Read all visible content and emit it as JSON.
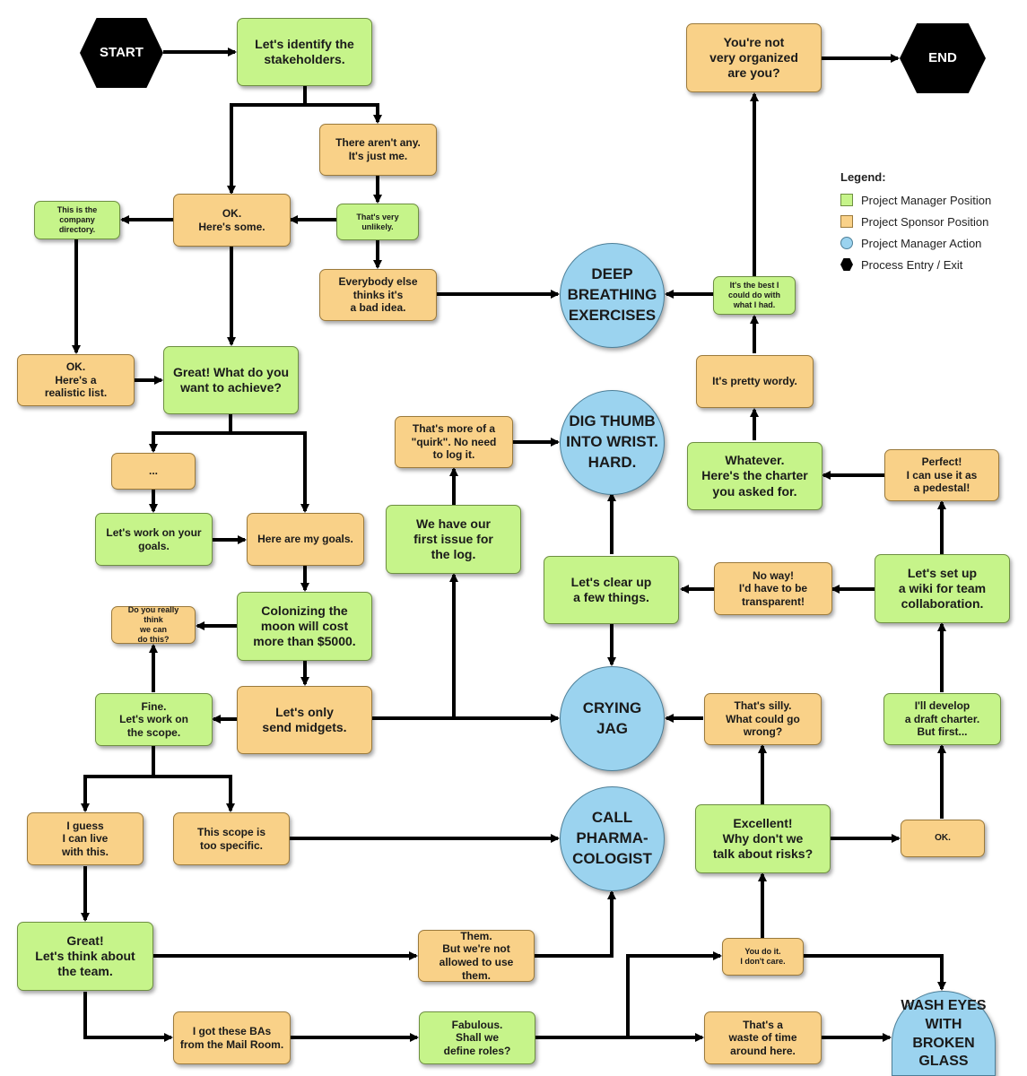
{
  "nodes": {
    "start": "START",
    "end": "END",
    "identify": "Let's identify the\nstakeholders.",
    "not_organized": "You're not\nvery organized\nare you?",
    "no_stakeholders": "There aren't any.\nIt's just me.",
    "very_unlikely": "That's very\nunlikely.",
    "company_directory": "This is the\ncompany\ndirectory.",
    "here_some": "OK.\nHere's some.",
    "bad_idea": "Everybody else\nthinks it's\na bad idea.",
    "deep_breathing": "DEEP\nBREATHING\nEXERCISES",
    "best_i_could": "It's the best I\ncould do with\nwhat I had.",
    "realistic_list": "OK.\nHere's a\nrealistic list.",
    "what_achieve": "Great! What do you\nwant to achieve?",
    "pretty_wordy": "It's pretty wordy.",
    "quirk": "That's more of a\n\"quirk\". No need\nto log it.",
    "dig_thumb": "DIG THUMB\nINTO WRIST.\nHARD.",
    "whatever_charter": "Whatever.\nHere's the charter\nyou asked for.",
    "pedestal": "Perfect!\nI can use it as\na pedestal!",
    "ellipsis": "...",
    "work_goals": "Let's work on your\ngoals.",
    "my_goals": "Here are my goals.",
    "first_issue": "We have our\nfirst issue for\nthe log.",
    "clear_up": "Let's clear up\na few things.",
    "no_way": "No way!\nI'd have to be\ntransparent!",
    "wiki": "Let's set up\na wiki for team\ncollaboration.",
    "really_think": "Do you really think\nwe can\ndo this?",
    "moon": "Colonizing the\nmoon will cost\nmore than $5000.",
    "fine_scope": "Fine.\nLet's work on\nthe scope.",
    "midgets": "Let's only\nsend midgets.",
    "crying_jag": "CRYING\nJAG",
    "thats_silly": "That's silly.\nWhat could go\nwrong?",
    "draft_charter": "I'll develop\na draft charter.\nBut first...",
    "i_guess": "I guess\nI can live\nwith this.",
    "too_specific": "This scope is\ntoo specific.",
    "call_pharma": "CALL\nPHARMA-\nCOLOGIST",
    "excellent_risks": "Excellent!\nWhy don't we\ntalk about risks?",
    "ok_small": "OK.",
    "team": "Great!\nLet's think about\nthe team.",
    "them": "Them.\nBut we're not\nallowed to use them.",
    "you_do_it": "You do it.\nI don't care.",
    "bas_mailroom": "I got these BAs\nfrom the Mail Room.",
    "define_roles": "Fabulous.\nShall we\ndefine roles?",
    "waste_time": "That's a\nwaste of time\naround here.",
    "wash_eyes": "WASH EYES\nWITH\nBROKEN\nGLASS"
  },
  "legend": {
    "title": "Legend:",
    "items": [
      "Project Manager Position",
      "Project Sponsor Position",
      "Project Manager Action",
      "Process Entry / Exit"
    ]
  },
  "colors": {
    "manager_position": "#c6f48a",
    "sponsor_position": "#f9d188",
    "manager_action": "#9bd3ef",
    "entry_exit": "#000000"
  }
}
